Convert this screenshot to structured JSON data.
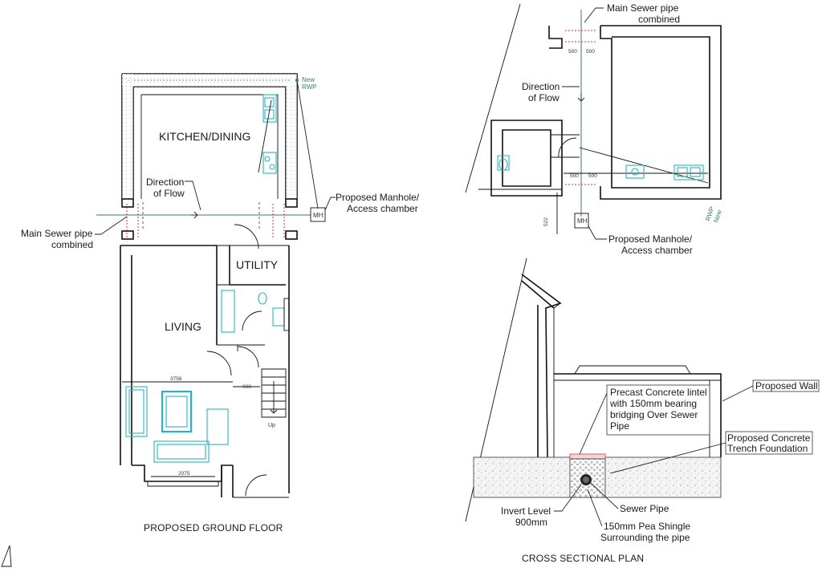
{
  "ground_floor": {
    "title": "PROPOSED GROUND FLOOR",
    "rooms": {
      "kitchen": "KITCHEN/DINING",
      "utility": "UTILITY",
      "living": "LIVING"
    },
    "rwp": [
      "New",
      "RWP"
    ],
    "direction_of_flow": [
      "Direction",
      "of Flow"
    ],
    "main_sewer": [
      "Main Sewer pipe",
      "combined"
    ],
    "manhole": [
      "Proposed Manhole/",
      "Access chamber"
    ],
    "manhole_tag": "MH",
    "dims": {
      "width": "3756",
      "bay": "2075",
      "stair": "900"
    },
    "stair_up": "Up"
  },
  "drain_plan": {
    "main_sewer": [
      "Main Sewer pipe",
      "combined"
    ],
    "direction_of_flow": [
      "Direction",
      "of Flow"
    ],
    "manhole": [
      "Proposed Manhole/",
      "Access chamber"
    ],
    "manhole_tag": "MH",
    "rwp": [
      "New",
      "RWP"
    ],
    "dims": {
      "d1": "500",
      "d2": "500",
      "d3": "500",
      "d4": "500",
      "vert": "522"
    }
  },
  "section": {
    "title": "CROSS SECTIONAL PLAN",
    "lintel": [
      "Precast Concrete lintel",
      "with 150mm bearing",
      "bridging Over Sewer",
      "Pipe"
    ],
    "wall": "Proposed Wall",
    "foundation": [
      "Proposed Concrete",
      "Trench Foundation"
    ],
    "sewer_pipe": "Sewer Pipe",
    "invert": [
      "Invert Level",
      "900mm"
    ],
    "shingle": [
      "150mm Pea Shingle",
      "Surrounding the pipe"
    ]
  }
}
